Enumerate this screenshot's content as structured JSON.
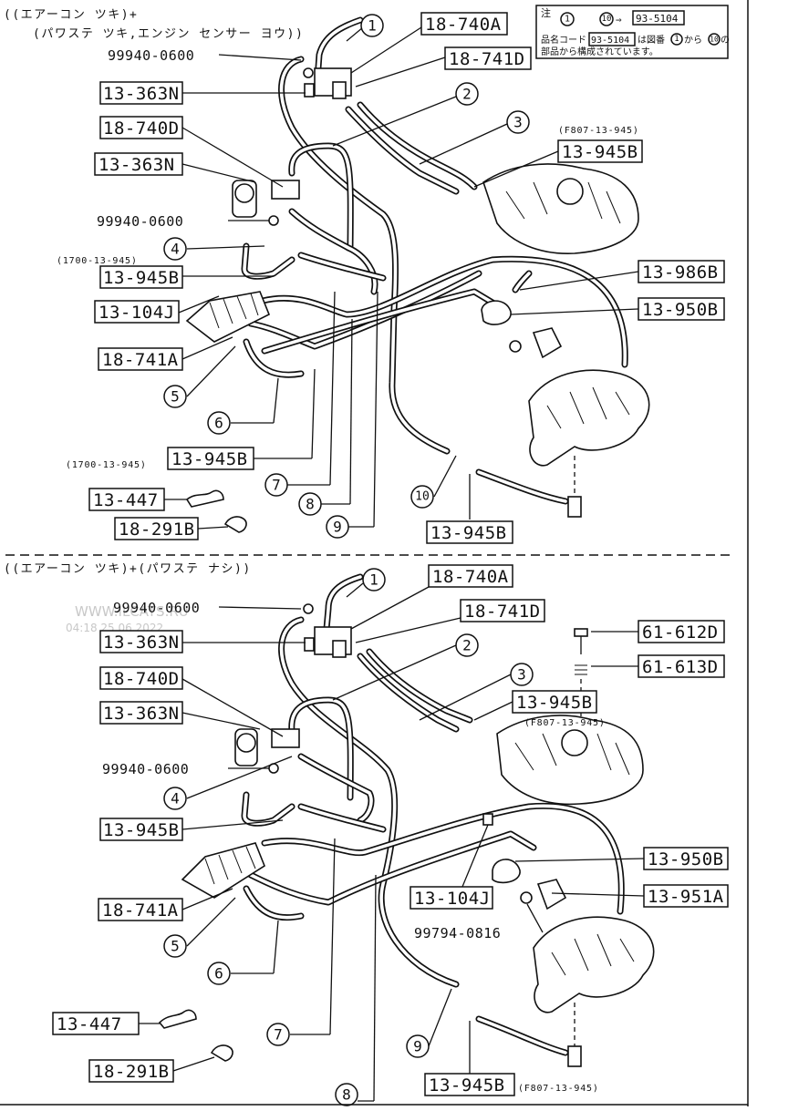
{
  "top": {
    "header_line1": "((エアーコン ツキ)+",
    "header_line2": "(パワステ ツキ,エンジン センサー ヨウ))",
    "note": {
      "title": "注",
      "circle_from": "1",
      "circle_to": "10",
      "arrow": "⇒",
      "code": "93-5104",
      "line2_pre": "品名コード",
      "line2_code": "93-5104",
      "line2_mid": "は図番",
      "line2_from": "1",
      "line2_kara": "から",
      "line2_to": "10",
      "line2_post": "の",
      "line3": "部品から構成されています。"
    },
    "labels": {
      "p18740A": "18-740A",
      "p18741D": "18-741D",
      "p9994006001": "99940-0600",
      "p13363N1": "13-363N",
      "p18740D": "18-740D",
      "p13363N2": "13-363N",
      "p9994006002": "99940-0600",
      "p1700a": "(1700-13-945)",
      "p13945B1": "13-945B",
      "p13104J": "13-104J",
      "p18741A": "18-741A",
      "pF807": "(F807-13-945)",
      "p13945B2": "13-945B",
      "p13986B": "13-986B",
      "p13950B": "13-950B",
      "p1700b": "(1700-13-945)",
      "p13945B3": "13-945B",
      "p13447": "13-447",
      "p18291B": "18-291B",
      "p13945B4": "13-945B"
    },
    "callouts": [
      "1",
      "2",
      "3",
      "4",
      "5",
      "6",
      "7",
      "8",
      "9",
      "10"
    ]
  },
  "bottom": {
    "header": "((エアーコン ツキ)+(パワステ ナシ))",
    "labels": {
      "p18740A": "18-740A",
      "p9994006001": "99940-0600",
      "p18741D": "18-741D",
      "p13363N1": "13-363N",
      "p18740D": "18-740D",
      "p13363N2": "13-363N",
      "p9994006002": "99940-0600",
      "p13945B1": "13-945B",
      "pF807": "(F807-13-945)",
      "p61612D": "61-612D",
      "p61613D": "61-613D",
      "p13950B": "13-950B",
      "p13951A": "13-951A",
      "p13104J": "13-104J",
      "p99794": "99794-0816",
      "p18741A": "18-741A",
      "p13945B2": "13-945B",
      "p13447": "13-447",
      "p18291B": "18-291B",
      "p13945B3": "13-945B",
      "pF807b": "(F807-13-945)"
    },
    "callouts": [
      "1",
      "2",
      "3",
      "4",
      "5",
      "6",
      "7",
      "8",
      "9"
    ]
  },
  "watermark": {
    "site": "WWW.ILCATS.RU",
    "stamp": "04:18 25.06.2022"
  },
  "colors": {
    "ink": "#111111",
    "paper": "#ffffff",
    "watermark": "#c8c8c8"
  }
}
